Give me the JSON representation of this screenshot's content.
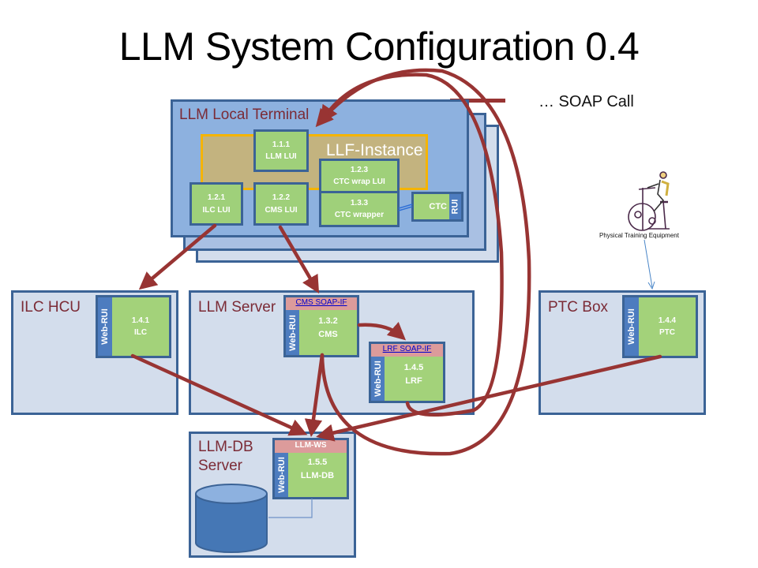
{
  "title": "LLM System Configuration 0.4",
  "legend": {
    "text": "… SOAP Call"
  },
  "colors": {
    "arrow": "#983433",
    "frame_border": "#3b6396",
    "component": "#9fd07a",
    "soap_interface": "#dc9b9b",
    "llf_border": "#f5b400"
  },
  "local_terminal": {
    "label": "LLM Local Terminal",
    "llf_instance": {
      "label": "LLF-Instance"
    },
    "components": [
      {
        "id": "1.1.1",
        "name": "LLM LUI"
      },
      {
        "id": "1.2.1",
        "name": "ILC LUI"
      },
      {
        "id": "1.2.2",
        "name": "CMS LUI"
      },
      {
        "id": "1.2.3",
        "name": "CTC wrap LUI"
      },
      {
        "id": "1.3.3",
        "name": "CTC  wrapper"
      }
    ],
    "ctc": {
      "name": "CTC",
      "rui": "RUI"
    }
  },
  "ilc_hcu": {
    "label": "ILC HCU",
    "component": {
      "id": "1.4.1",
      "name": "ILC",
      "rui": "Web-RUI"
    }
  },
  "llm_server": {
    "label": "LLM Server",
    "cms": {
      "interface": "CMS SOAP-IF",
      "id": "1.3.2",
      "name": "CMS",
      "rui": "Web-RUI"
    },
    "lrf": {
      "interface": "LRF SOAP-IF",
      "id": "1.4.5",
      "name": "LRF",
      "rui": "Web-RUI"
    }
  },
  "ptc_box": {
    "label": "PTC Box",
    "component": {
      "id": "1.4.4",
      "name": "PTC",
      "rui": "Web-RUI"
    }
  },
  "db_server": {
    "label_line1": "LLM-DB",
    "label_line2": "Server",
    "component": {
      "interface": "LLM-WS",
      "id": "1.5.5",
      "name": "LLM-DB",
      "rui": "Web-RUI"
    }
  },
  "equipment": {
    "caption": "Physical Training Equipment",
    "icon": "exercise-bike-icon"
  }
}
